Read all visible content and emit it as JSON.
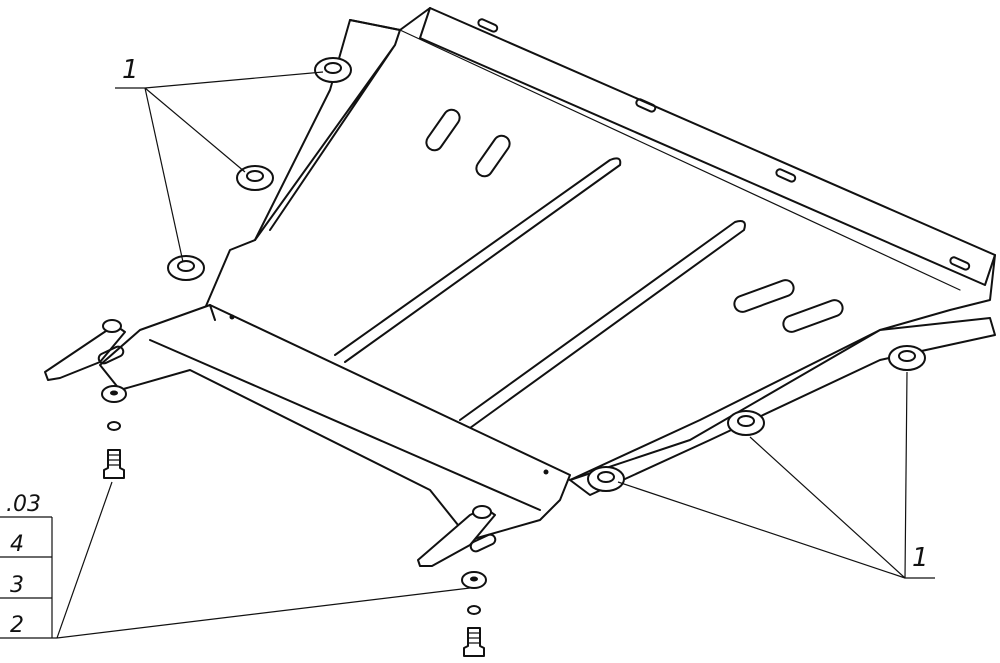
{
  "callouts": {
    "label_top_left": "1",
    "label_bottom_right": "1",
    "label_bottom_left": "2"
  },
  "spec_table": {
    "rows": [
      ".03",
      "4",
      "3",
      "2"
    ]
  },
  "colors": {
    "line": "#111111",
    "background": "#ffffff"
  }
}
